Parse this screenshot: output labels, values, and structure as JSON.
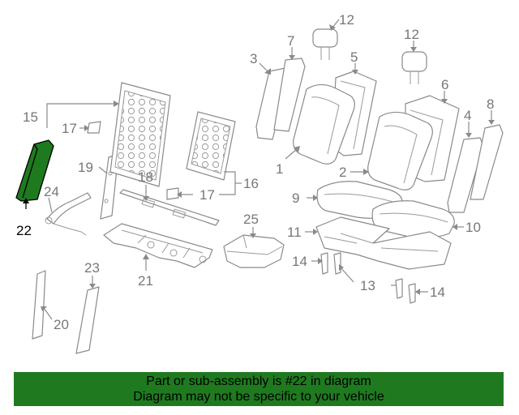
{
  "callouts": {
    "c1": "1",
    "c2": "2",
    "c3": "3",
    "c4": "4",
    "c5": "5",
    "c6": "6",
    "c7": "7",
    "c8": "8",
    "c9": "9",
    "c10": "10",
    "c11": "11",
    "c12a": "12",
    "c12b": "12",
    "c13": "13",
    "c14a": "14",
    "c14b": "14",
    "c15": "15",
    "c16": "16",
    "c17a": "17",
    "c17b": "17",
    "c18": "18",
    "c19": "19",
    "c20": "20",
    "c21": "21",
    "c22": "22",
    "c23": "23",
    "c24": "24",
    "c25": "25"
  },
  "highlight": {
    "part_number": "22",
    "color": "#1f7a1f"
  },
  "banner": {
    "line1": "Part or sub-assembly is #22 in diagram",
    "line2": "Diagram may not be specific to your vehicle"
  }
}
